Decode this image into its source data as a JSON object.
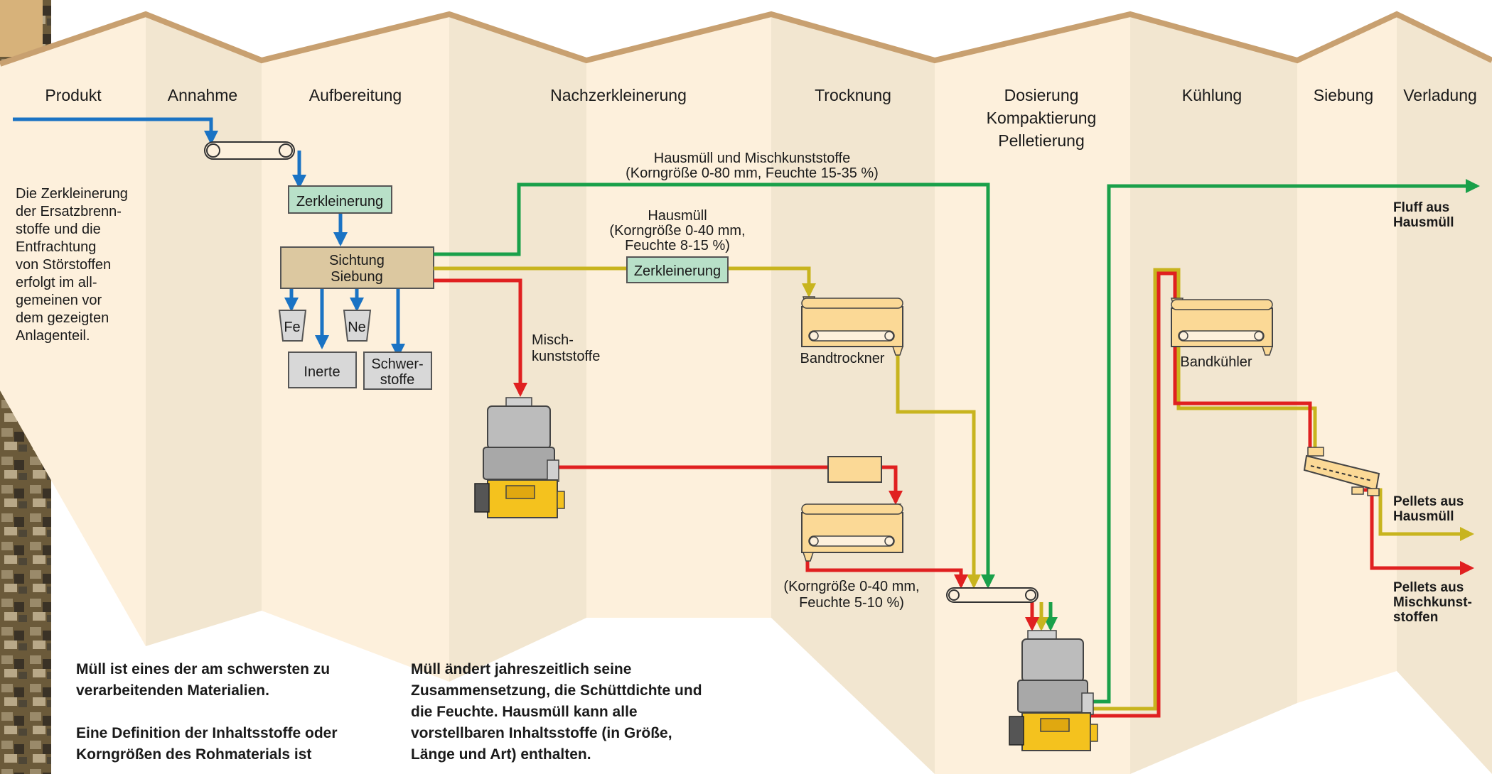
{
  "stages": {
    "produkt": "Produkt",
    "annahme": "Annahme",
    "aufbereitung": "Aufbereitung",
    "nachzerkleinerung": "Nachzerkleinerung",
    "trocknung": "Trocknung",
    "dosierung": [
      "Dosierung",
      "Kompaktierung",
      "Pelletierung"
    ],
    "kuehlung": "Kühlung",
    "siebung": "Siebung",
    "verladung": "Verladung"
  },
  "side_note": [
    "Die Zerkleinerung",
    "der Ersatzbrenn-",
    "stoffe und die",
    "Entfrachtung",
    "von Störstoffen",
    "erfolgt im all-",
    "gemeinen vor",
    "dem gezeigten",
    "Anlagenteil."
  ],
  "boxes": {
    "zerkleinerung_1": "Zerkleinerung",
    "sichtung": [
      "Sichtung",
      "Siebung"
    ],
    "fe": "Fe",
    "ne": "Ne",
    "inerte": "Inerte",
    "schwerstoffe": [
      "Schwer-",
      "stoffe"
    ],
    "zerkleinerung_2": "Zerkleinerung"
  },
  "flows": {
    "green": [
      "Hausmüll und Mischkunststoffe",
      "(Korngröße 0-80 mm, Feuchte 15-35 %)"
    ],
    "yellow": [
      "Hausmüll",
      "(Korngröße 0-40 mm,",
      "Feuchte 8-15 %)"
    ],
    "red": [
      "Misch-",
      "kunststoffe"
    ],
    "red_dry": [
      "(Korngröße 0-40 mm,",
      "Feuchte 5-10 %)"
    ]
  },
  "equipment": {
    "bandtrockner": "Bandtrockner",
    "bandkuehler": "Bandkühler"
  },
  "outputs": {
    "fluff": [
      "Fluff aus",
      "Hausmüll"
    ],
    "pellets_haus": [
      "Pellets aus",
      "Hausmüll"
    ],
    "pellets_misch": [
      "Pellets aus",
      "Mischkunst-",
      "stoffen"
    ]
  },
  "text_left": [
    "Müll ist eines der am schwersten zu verarbeitenden Materialien.",
    "Eine Definition der Inhaltsstoffe oder Korngrößen des Rohmaterials ist"
  ],
  "text_right": [
    "Müll ändert jahreszeitlich seine Zusammensetzung, die Schüttdichte und die Feuchte.  Hausmüll kann alle vorstellbaren Inhaltsstoffe (in Größe, Länge und Art) enthalten."
  ],
  "colors": {
    "blue": "#1a73c4",
    "green": "#1aa04a",
    "yellow": "#c8b41e",
    "red": "#e02020",
    "panel_light": "#fdf0dc",
    "panel_dark": "#f2e6d0",
    "roof": "#c8a070",
    "machine": "#fbd996"
  }
}
